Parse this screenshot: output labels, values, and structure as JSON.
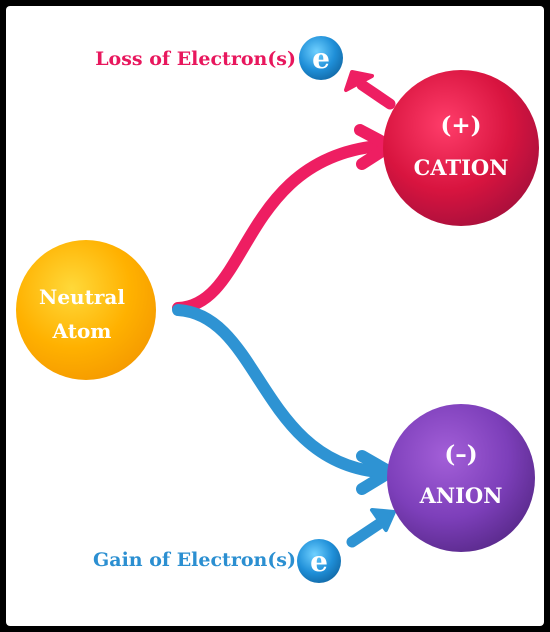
{
  "loss_label": "Loss of Electron(s)",
  "gain_label": "Gain of Electron(s)",
  "electron_symbol": "e",
  "neutral": {
    "line1": "Neutral",
    "line2": "Atom"
  },
  "cation": {
    "charge": "(+)",
    "name": "CATION"
  },
  "anion": {
    "charge": "(–)",
    "name": "ANION"
  },
  "colors": {
    "loss": "#e8175d",
    "gain": "#2b8fd1",
    "neutral": "#ffb000",
    "cation": "#c81245",
    "anion": "#7a3fb0",
    "electron": "#1f8fd8"
  }
}
